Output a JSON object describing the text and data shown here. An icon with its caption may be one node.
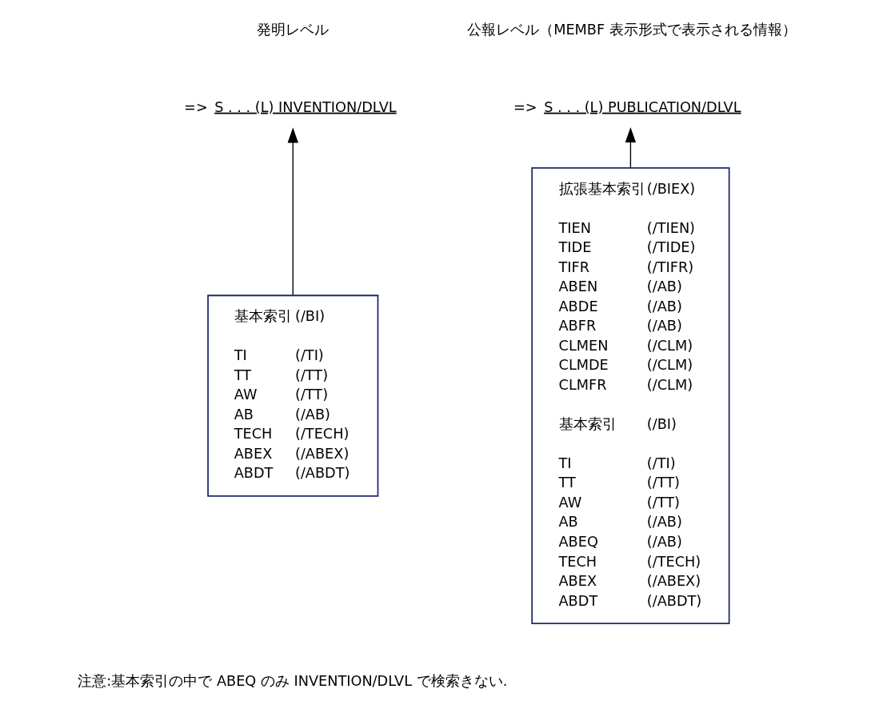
{
  "diagram": {
    "nodes": [
      {
        "text": [
          "=>",
          "S . . . (L) INVENTION/DLVL"
        ]
      },
      {
        "text": [
          "基本索引",
          "(/BI)",
          "TI",
          "(/TI)",
          "TT",
          "(/TT)",
          "AW",
          "(/TT)",
          "AB",
          "(/AB)",
          "TECH",
          "(/TECH)",
          "ABEX",
          "(/ABEX)",
          "ABDT",
          "(/ABDT)"
        ]
      },
      {
        "text": [
          "=>",
          "S . . . (L) PUBLICATION/DLVL"
        ]
      },
      {
        "text": [
          "拡張基本索引",
          "(/BIEX)",
          "TIEN",
          "(/TIEN)",
          "TIDE",
          "(/TIDE)",
          "TIFR",
          "(/TIFR)",
          "ABEN",
          "(/AB)",
          "ABDE",
          "(/AB)",
          "ABFR",
          "(/AB)",
          "CLMEN",
          "(/CLM)",
          "CLMDE",
          "(/CLM)",
          "CLMFR",
          "(/CLM)",
          "基本索引",
          "(/BI)",
          "TI",
          "(/TI)",
          "TT",
          "(/TT)",
          "AW",
          "(/TT)",
          "AB",
          "(/AB)",
          "ABEQ",
          "(/AB)",
          "TECH",
          "(/TECH)",
          "ABEX",
          "(/ABEX)",
          "ABDT",
          "(/ABDT)"
        ]
      }
    ],
    "edges": [
      {
        "from": 1,
        "to": 0,
        "arrow": "to"
      },
      {
        "from": 3,
        "to": 2,
        "arrow": "to"
      }
    ],
    "labels": [
      "発明レベル",
      "公報レベル（MEMBF 表示形式で表示される情報）",
      "注意:基本索引の中で ABEQ のみ INVENTION/DLVL で検索きない."
    ]
  }
}
